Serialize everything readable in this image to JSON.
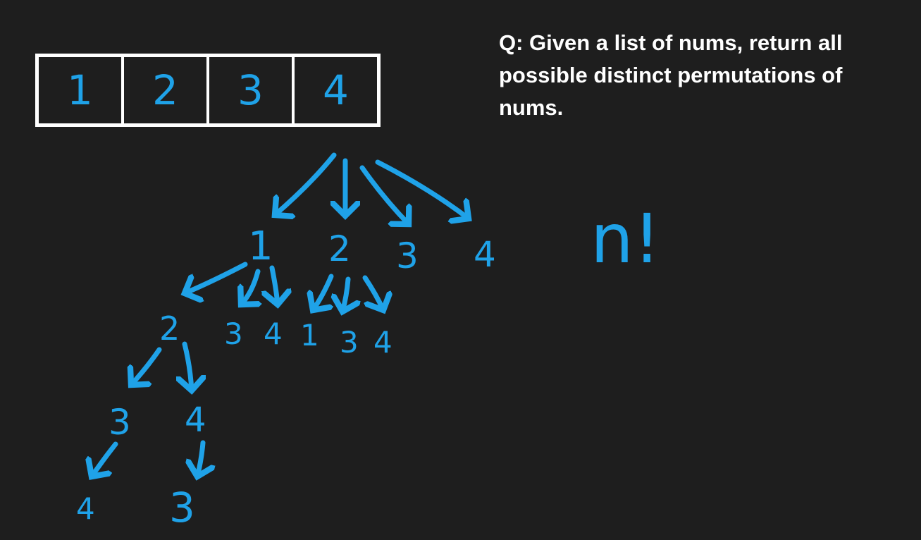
{
  "question": "Q: Given a list of nums, return all possible distinct permutations of nums.",
  "array": [
    "1",
    "2",
    "3",
    "4"
  ],
  "complexity": "n!",
  "colors": {
    "background": "#1e1e1e",
    "ink": "#1fa2e8",
    "box": "#ffffff",
    "text": "#ffffff"
  },
  "tree": {
    "level1": [
      "1",
      "2",
      "3",
      "4"
    ],
    "level2_under_1": [
      "2",
      "3",
      "4"
    ],
    "level2_under_2": [
      "1",
      "3",
      "4"
    ],
    "level3_under_1_2": [
      "3",
      "4"
    ],
    "level4_under_1_2_3": "4",
    "level4_under_1_2_4": "3"
  }
}
